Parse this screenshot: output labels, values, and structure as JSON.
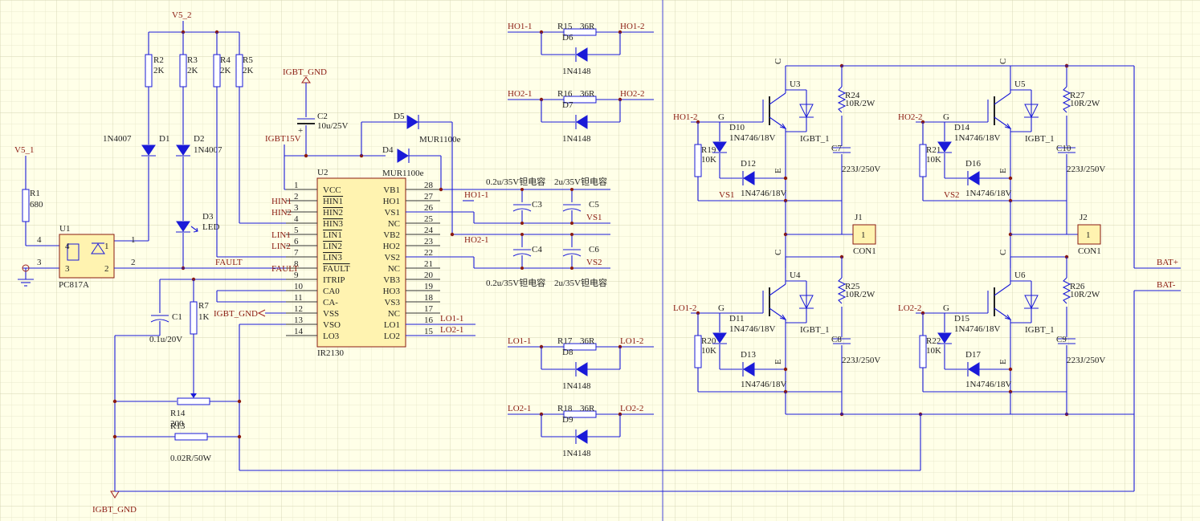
{
  "grid": {
    "minor_color": "#e4e4c6",
    "major_color": "#d6d6b4",
    "wire_color": "#1a1ad8",
    "label_color": "#8a1a10",
    "ic_fill": "#fff3b0"
  },
  "nets": {
    "v5_2": "V5_2",
    "v5_1": "V5_1",
    "igbt_gnd": "IGBT_GND",
    "igbt15v": "IGBT15V",
    "fault": "FAULT",
    "hin1": "HIN1",
    "hin2": "HIN2",
    "lin1": "LIN1",
    "lin2": "LIN2",
    "ho1_1": "HO1-1",
    "ho1_2": "HO1-2",
    "ho2_1": "HO2-1",
    "ho2_2": "HO2-2",
    "lo1_1": "LO1-1",
    "lo1_2": "LO1-2",
    "lo2_1": "LO2-1",
    "lo2_2": "LO2-2",
    "vs1": "VS1",
    "vs2": "VS2",
    "bat_p": "BAT+",
    "bat_n": "BAT-",
    "g": "G",
    "c": "C",
    "e": "E"
  },
  "components": {
    "R1": {
      "ref": "R1",
      "value": "680"
    },
    "R2": {
      "ref": "R2",
      "value": "2K"
    },
    "R3": {
      "ref": "R3",
      "value": "2K"
    },
    "R4": {
      "ref": "R4",
      "value": "2K"
    },
    "R5": {
      "ref": "R5",
      "value": "2K"
    },
    "R7": {
      "ref": "R7",
      "value": "1K"
    },
    "R14": {
      "ref": "R14",
      "value": "200"
    },
    "R13": {
      "ref": "R13",
      "value": "0.02R/50W"
    },
    "R15": {
      "ref": "R15",
      "value": "36R"
    },
    "R16": {
      "ref": "R16",
      "value": "36R"
    },
    "R17": {
      "ref": "R17",
      "value": "36R"
    },
    "R18": {
      "ref": "R18",
      "value": "36R"
    },
    "R19": {
      "ref": "R19",
      "value": "10K"
    },
    "R20": {
      "ref": "R20",
      "value": "10K"
    },
    "R21": {
      "ref": "R21",
      "value": "10K"
    },
    "R22": {
      "ref": "R22",
      "value": "10K"
    },
    "R24": {
      "ref": "R24",
      "value": "10R/2W"
    },
    "R27": {
      "ref": "R27",
      "value": "10R/2W"
    },
    "R25": {
      "ref": "R25",
      "value": "10R/2W"
    },
    "R26": {
      "ref": "R26",
      "value": "10R/2W"
    },
    "C1": {
      "ref": "C1",
      "value": "0.1u/20V"
    },
    "C2": {
      "ref": "C2",
      "value": "10u/25V"
    },
    "C3": {
      "ref": "C3"
    },
    "C4": {
      "ref": "C4"
    },
    "C5": {
      "ref": "C5"
    },
    "C6": {
      "ref": "C6"
    },
    "C7": {
      "ref": "C7",
      "value": "223J/250V"
    },
    "C8": {
      "ref": "C8",
      "value": "223J/250V"
    },
    "C9": {
      "ref": "C9",
      "value": "223J/250V"
    },
    "C10": {
      "ref": "C10",
      "value": "223J/250V"
    },
    "cap_top_a": "0.2u/35V钽电容",
    "cap_top_b": "2u/35V钽电容",
    "cap_bot_a": "0.2u/35V钽电容",
    "cap_bot_b": "2u/35V钽电容",
    "D1": {
      "ref": "D1",
      "value": "1N4007"
    },
    "D2": {
      "ref": "D2",
      "value": "1N4007"
    },
    "D3": {
      "ref": "D3",
      "value": "LED"
    },
    "D4": {
      "ref": "D4",
      "value": "MUR1100e"
    },
    "D5": {
      "ref": "D5",
      "value": "MUR1100e"
    },
    "D6": {
      "ref": "D6",
      "value": "1N4148"
    },
    "D7": {
      "ref": "D7",
      "value": "1N4148"
    },
    "D8": {
      "ref": "D8",
      "value": "1N4148"
    },
    "D9": {
      "ref": "D9",
      "value": "1N4148"
    },
    "D10": {
      "ref": "D10",
      "value": "1N4746/18V"
    },
    "D11": {
      "ref": "D11",
      "value": "1N4746/18V"
    },
    "D12": {
      "ref": "D12",
      "value": "1N4746/18V"
    },
    "D13": {
      "ref": "D13",
      "value": "1N4746/18V"
    },
    "D14": {
      "ref": "D14",
      "value": "1N4746/18V"
    },
    "D15": {
      "ref": "D15",
      "value": "1N4746/18V"
    },
    "D16": {
      "ref": "D16",
      "value": "1N4746/18V"
    },
    "D17": {
      "ref": "D17",
      "value": "1N4746/18V"
    },
    "U1": {
      "ref": "U1",
      "value": "PC817A",
      "pins": [
        "4",
        "3",
        "1",
        "2"
      ]
    },
    "U3": {
      "ref": "U3",
      "value": "IGBT_1"
    },
    "U4": {
      "ref": "U4",
      "value": "IGBT_1"
    },
    "U5": {
      "ref": "U5",
      "value": "IGBT_1"
    },
    "U6": {
      "ref": "U6",
      "value": "IGBT_1"
    },
    "J1": {
      "ref": "J1",
      "value": "CON1",
      "pin": "1"
    },
    "J2": {
      "ref": "J2",
      "value": "CON1",
      "pin": "1"
    }
  },
  "u2": {
    "ref": "U2",
    "part": "IR2130",
    "left_pins": [
      {
        "num": "1",
        "name": "VCC",
        "net": ""
      },
      {
        "num": "2",
        "name": "HIN1",
        "net": "HIN1"
      },
      {
        "num": "3",
        "name": "HIN2",
        "net": "HIN2"
      },
      {
        "num": "4",
        "name": "HIN3",
        "net": ""
      },
      {
        "num": "5",
        "name": "LIN1",
        "net": "LIN1"
      },
      {
        "num": "6",
        "name": "LIN2",
        "net": "LIN2"
      },
      {
        "num": "7",
        "name": "LIN3",
        "net": ""
      },
      {
        "num": "8",
        "name": "FAULT",
        "net": "FAULT"
      },
      {
        "num": "9",
        "name": "ITRIP",
        "net": ""
      },
      {
        "num": "10",
        "name": "CA0",
        "net": ""
      },
      {
        "num": "11",
        "name": "CA-",
        "net": ""
      },
      {
        "num": "12",
        "name": "VSS",
        "net": ""
      },
      {
        "num": "13",
        "name": "VSO",
        "net": ""
      },
      {
        "num": "14",
        "name": "LO3",
        "net": ""
      }
    ],
    "right_pins": [
      {
        "num": "28",
        "name": "VB1",
        "net": ""
      },
      {
        "num": "27",
        "name": "HO1",
        "net": "HO1-1"
      },
      {
        "num": "26",
        "name": "VS1",
        "net": ""
      },
      {
        "num": "25",
        "name": "NC",
        "net": ""
      },
      {
        "num": "24",
        "name": "VB2",
        "net": ""
      },
      {
        "num": "23",
        "name": "HO2",
        "net": "HO2-1"
      },
      {
        "num": "22",
        "name": "VS2",
        "net": ""
      },
      {
        "num": "21",
        "name": "NC",
        "net": ""
      },
      {
        "num": "20",
        "name": "VB3",
        "net": ""
      },
      {
        "num": "19",
        "name": "HO3",
        "net": ""
      },
      {
        "num": "18",
        "name": "VS3",
        "net": ""
      },
      {
        "num": "17",
        "name": "NC",
        "net": ""
      },
      {
        "num": "16",
        "name": "LO1",
        "net": "LO1-1"
      },
      {
        "num": "15",
        "name": "LO2",
        "net": "LO2-1"
      }
    ]
  }
}
